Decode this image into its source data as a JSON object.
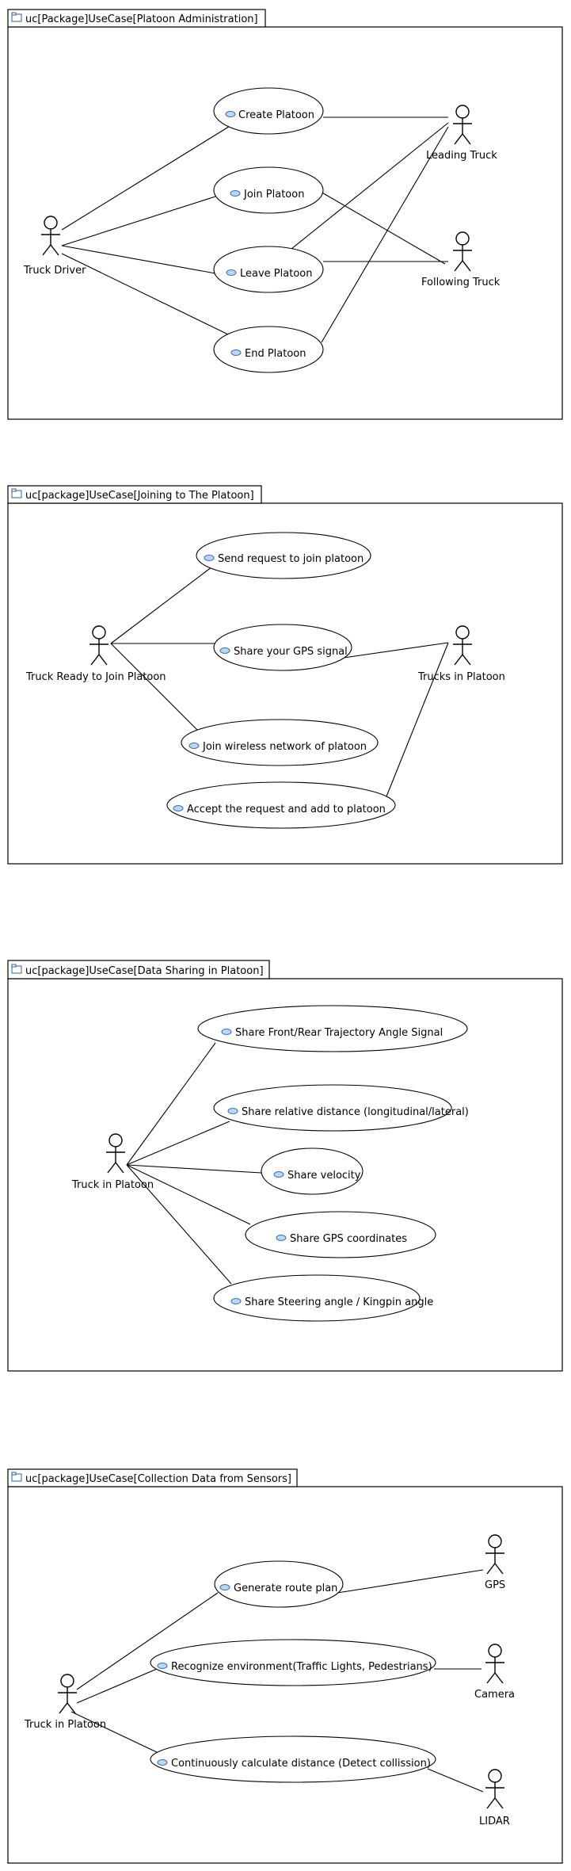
{
  "diagrams": [
    {
      "title": "uc[Package]UseCase[Platoon Administration]",
      "actors": [
        "Truck Driver",
        "Leading Truck",
        "Following Truck"
      ],
      "use_cases": [
        "Create Platoon",
        "Join Platoon",
        "Leave Platoon",
        "End Platoon"
      ]
    },
    {
      "title": "uc[package]UseCase[Joining to The Platoon]",
      "actors": [
        "Truck Ready to Join Platoon",
        "Trucks in Platoon"
      ],
      "use_cases": [
        "Send request to join platoon",
        "Share your GPS signal",
        "Join wireless network of platoon",
        "Accept the request and add to platoon"
      ]
    },
    {
      "title": "uc[package]UseCase[Data Sharing in Platoon]",
      "actors": [
        "Truck in Platoon"
      ],
      "use_cases": [
        "Share Front/Rear Trajectory Angle Signal",
        "Share relative distance (longitudinal/lateral)",
        "Share velocity",
        "Share GPS coordinates",
        "Share Steering angle / Kingpin angle"
      ]
    },
    {
      "title": "uc[package]UseCase[Collection Data from Sensors]",
      "actors": [
        "Truck in Platoon",
        "GPS",
        "Camera",
        "LIDAR"
      ],
      "use_cases": [
        "Generate route plan",
        "Recognize environment(Traffic Lights, Pedestrians)",
        "Continuously calculate distance (Detect collission)"
      ]
    }
  ]
}
